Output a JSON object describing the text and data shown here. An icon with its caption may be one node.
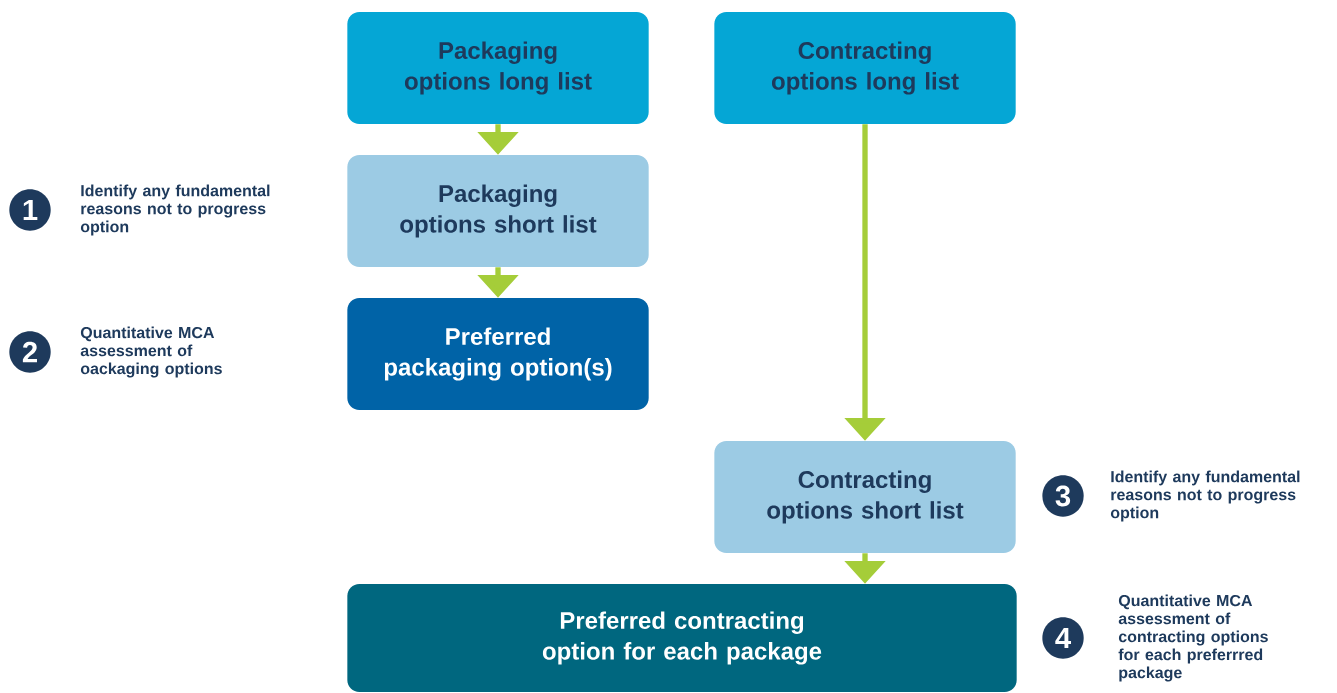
{
  "diagram": {
    "nodes": [
      {
        "text": [
          "Packaging options long list"
        ]
      },
      {
        "text": [
          "Contracting options long list"
        ]
      },
      {
        "text": [
          "Packaging options short list"
        ]
      },
      {
        "text": [
          "Preferred packaging option(s)"
        ]
      },
      {
        "text": [
          "Contracting options short list"
        ]
      },
      {
        "text": [
          "Preferred contracting option for each package"
        ]
      },
      {
        "text": [
          "1"
        ],
        "beside": [
          "Identify any fundamental reasons not to progress option"
        ]
      },
      {
        "text": [
          "2"
        ],
        "beside": [
          "Quantitative MCA assessment of oackaging options"
        ]
      },
      {
        "text": [
          "3"
        ],
        "beside": [
          "Identify any fundamental reasons not to progress option"
        ]
      },
      {
        "text": [
          "4"
        ],
        "beside": [
          "Quantitative MCA assessment of contracting options for each preferrred package"
        ]
      }
    ],
    "edges": [
      {
        "from": 0,
        "to": 2,
        "arrow": "to"
      },
      {
        "from": 2,
        "to": 3,
        "arrow": "to"
      },
      {
        "from": 1,
        "to": 4,
        "arrow": "to"
      },
      {
        "from": 4,
        "to": 5,
        "arrow": "to"
      }
    ]
  }
}
